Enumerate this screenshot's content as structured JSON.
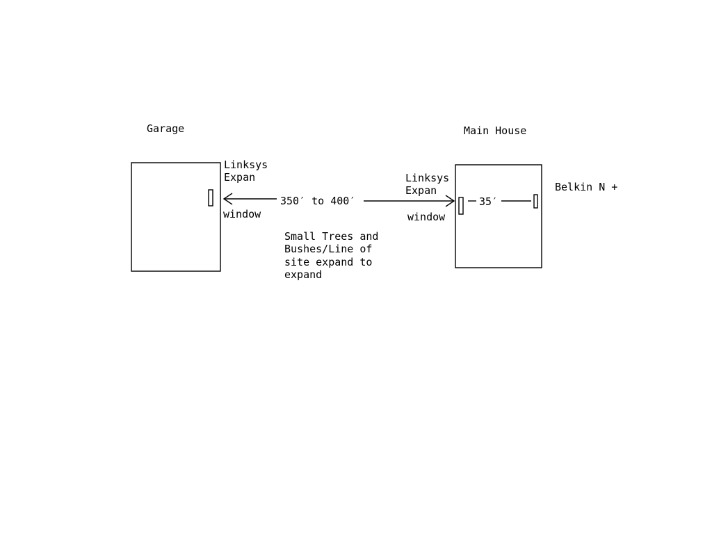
{
  "diagram": {
    "garage": {
      "title": "Garage",
      "device_line1": "Linksys",
      "device_line2": "Expan",
      "placement": "window"
    },
    "main_house": {
      "title": "Main House",
      "device_line1": "Linksys",
      "device_line2": "Expan",
      "placement": "window",
      "inner_distance": "35′",
      "router": "Belkin N +"
    },
    "link": {
      "distance": "350′ to 400′",
      "note_lines": [
        "Small Trees and",
        "Bushes/Line of",
        "site expand to",
        "expand"
      ]
    }
  }
}
